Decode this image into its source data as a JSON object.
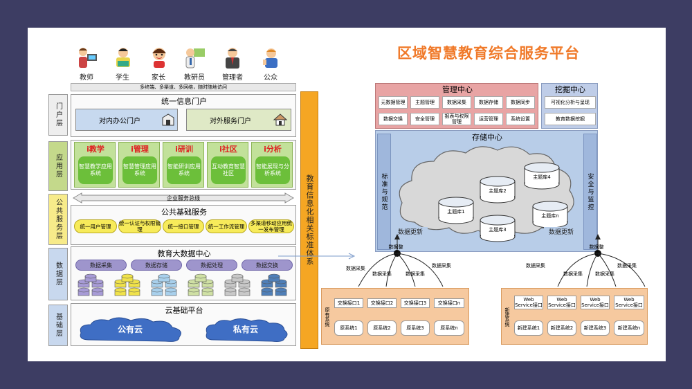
{
  "title": "区域智慧教育综合服务平台",
  "users": [
    {
      "label": "教师",
      "icon": "teacher-icon"
    },
    {
      "label": "学生",
      "icon": "student-icon"
    },
    {
      "label": "家长",
      "icon": "parent-icon"
    },
    {
      "label": "教研员",
      "icon": "researcher-icon"
    },
    {
      "label": "管理者",
      "icon": "manager-icon"
    },
    {
      "label": "公众",
      "icon": "public-icon"
    }
  ],
  "access_bar": "多终端、多渠道、多网络，随时随地访问",
  "layers": {
    "portal": "门户层",
    "app": "应用层",
    "public": "公共服务层",
    "data": "数据层",
    "base": "基础层"
  },
  "portal": {
    "title": "统一信息门户",
    "internal": "对内办公门户",
    "external": "对外服务门户"
  },
  "apps": [
    {
      "title": "i教学",
      "name": "智慧教学应用系统"
    },
    {
      "title": "i管理",
      "name": "智慧管理应用系统"
    },
    {
      "title": "i研训",
      "name": "智能研训应用系统"
    },
    {
      "title": "i社区",
      "name": "互动教育智慧社区"
    },
    {
      "title": "i分析",
      "name": "智能展现与分析系统"
    }
  ],
  "bus": "企业服务总线",
  "public_service": {
    "title": "公共基础服务",
    "items": [
      "统一用户管理",
      "统一认证与权限管理",
      "统一接口管理",
      "统一工作流管理",
      "多渠道移动应用统一发布管理"
    ]
  },
  "bigdata": {
    "title": "教育大数据中心",
    "items": [
      "数据采集",
      "数据存储",
      "数据处理",
      "数据交换"
    ],
    "db_colors": [
      "#a79bd6",
      "#f0e24a",
      "#a8d0ec",
      "#cfe0a4",
      "#c8c8c8",
      "#4f7fb8"
    ]
  },
  "cloud": {
    "title": "云基础平台",
    "public": "公有云",
    "private": "私有云"
  },
  "standards": "教育信息化相关标准体系",
  "right": {
    "mgmt": {
      "title": "管理中心",
      "cells": [
        "元数据管理",
        "主题管理",
        "数据采集",
        "数据存储",
        "数据同步",
        "数据交换",
        "安全管理",
        "报表与权限管理",
        "运营管理",
        "系统设置"
      ]
    },
    "mining": {
      "title": "挖掘中心",
      "cells": [
        "可视化分析与呈现",
        "教育数据挖掘"
      ]
    },
    "storage": {
      "title": "存储中心",
      "dbs": [
        "主题库1",
        "主题库2",
        "主题库3",
        "主题库4",
        "主题库n"
      ]
    },
    "left_side": "标准与规范",
    "right_side": "安全与监控",
    "update_left": "数据更新",
    "update_right": "数据更新",
    "hub_left": "数据整合",
    "hub_right": "数据整合",
    "collect": "数据采集",
    "old_label": "原有系统",
    "new_label": "新建系统",
    "old_ifaces": [
      "交换接口1",
      "交换接口2",
      "交换接口3",
      "交换接口n"
    ],
    "old_systems": [
      "原系统1",
      "原系统2",
      "原系统3",
      "原系统n"
    ],
    "new_ifaces": [
      "Web Service接口",
      "Web Service接口",
      "Web Service接口",
      "Web Service接口"
    ],
    "new_systems": [
      "新建系统1",
      "新建系统2",
      "新建系统3",
      "新建系统n"
    ]
  },
  "colors": {
    "background": "#3d3d63",
    "title_orange": "#f07a2a",
    "mgmt_pink": "#e8a4a4",
    "mining_blue": "#bfcde8",
    "storage_blue": "#b8cde8",
    "standards_orange": "#f5a623"
  }
}
